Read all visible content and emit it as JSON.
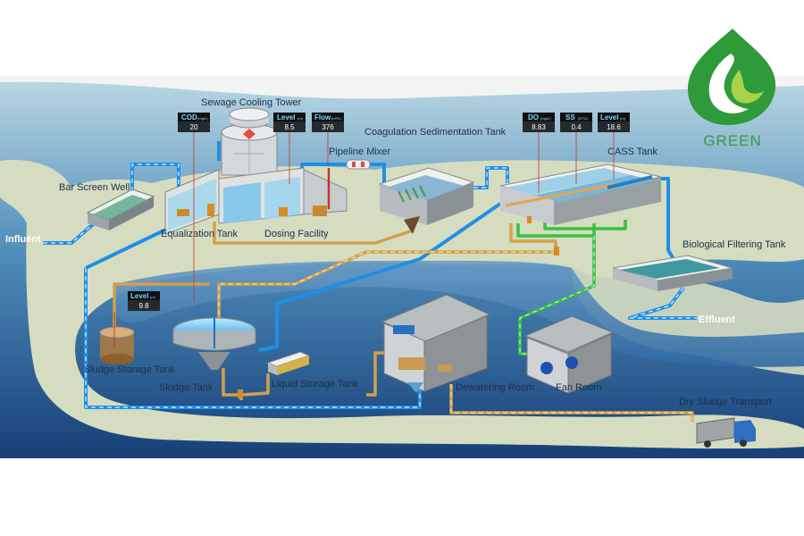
{
  "logo": {
    "text": "GREEN"
  },
  "labels": {
    "influent": "Influent",
    "bar_screen_well": "Bar Screen Well",
    "equalization_tank": "Equalization Tank",
    "sewage_cooling_tower": "Sewage Cooling Tower",
    "dosing_facility": "Dosing Facility",
    "pipeline_mixer": "Pipeline Mixer",
    "coagulation_sedimentation_tank": "Coagulation Sedimentation Tank",
    "cass_tank": "CASS Tank",
    "biological_filtering_tank": "Biological Filtering Tank",
    "effluent": "Effluent",
    "sludge_storage_tank": "Sludge Storage Tank",
    "sludge_tank": "Sludge Tank",
    "liquid_storage_tank": "Liquid Storage Tank",
    "dewatering_room": "Dewatering Room",
    "fan_room": "Fan Room",
    "dry_sludge_transport": "Dry Sludge Transport"
  },
  "readouts": {
    "tower_cod": {
      "name": "COD",
      "unit": "(mg/L)",
      "value": "20"
    },
    "tower_level": {
      "name": "Level",
      "unit": "(m)",
      "value": "8.5"
    },
    "tower_flow": {
      "name": "Flow",
      "unit": "(m³/h)",
      "value": "376"
    },
    "cass_do": {
      "name": "DO",
      "unit": "(mg/L)",
      "value": "8.83"
    },
    "cass_ss": {
      "name": "SS",
      "unit": "(NTU)",
      "value": "0.4"
    },
    "cass_level": {
      "name": "Level",
      "unit": "(m)",
      "value": "18.6"
    },
    "sludge_level": {
      "name": "Level",
      "unit": "(m)",
      "value": "9.8"
    }
  },
  "colors": {
    "water_pipe": "#1f8fe6",
    "sludge_pipe": "#d2a14a",
    "air_pipe": "#37c23e",
    "dosing_pipe": "#c0392b",
    "land": "#d6dcc0",
    "sea": "#1c5b96"
  }
}
